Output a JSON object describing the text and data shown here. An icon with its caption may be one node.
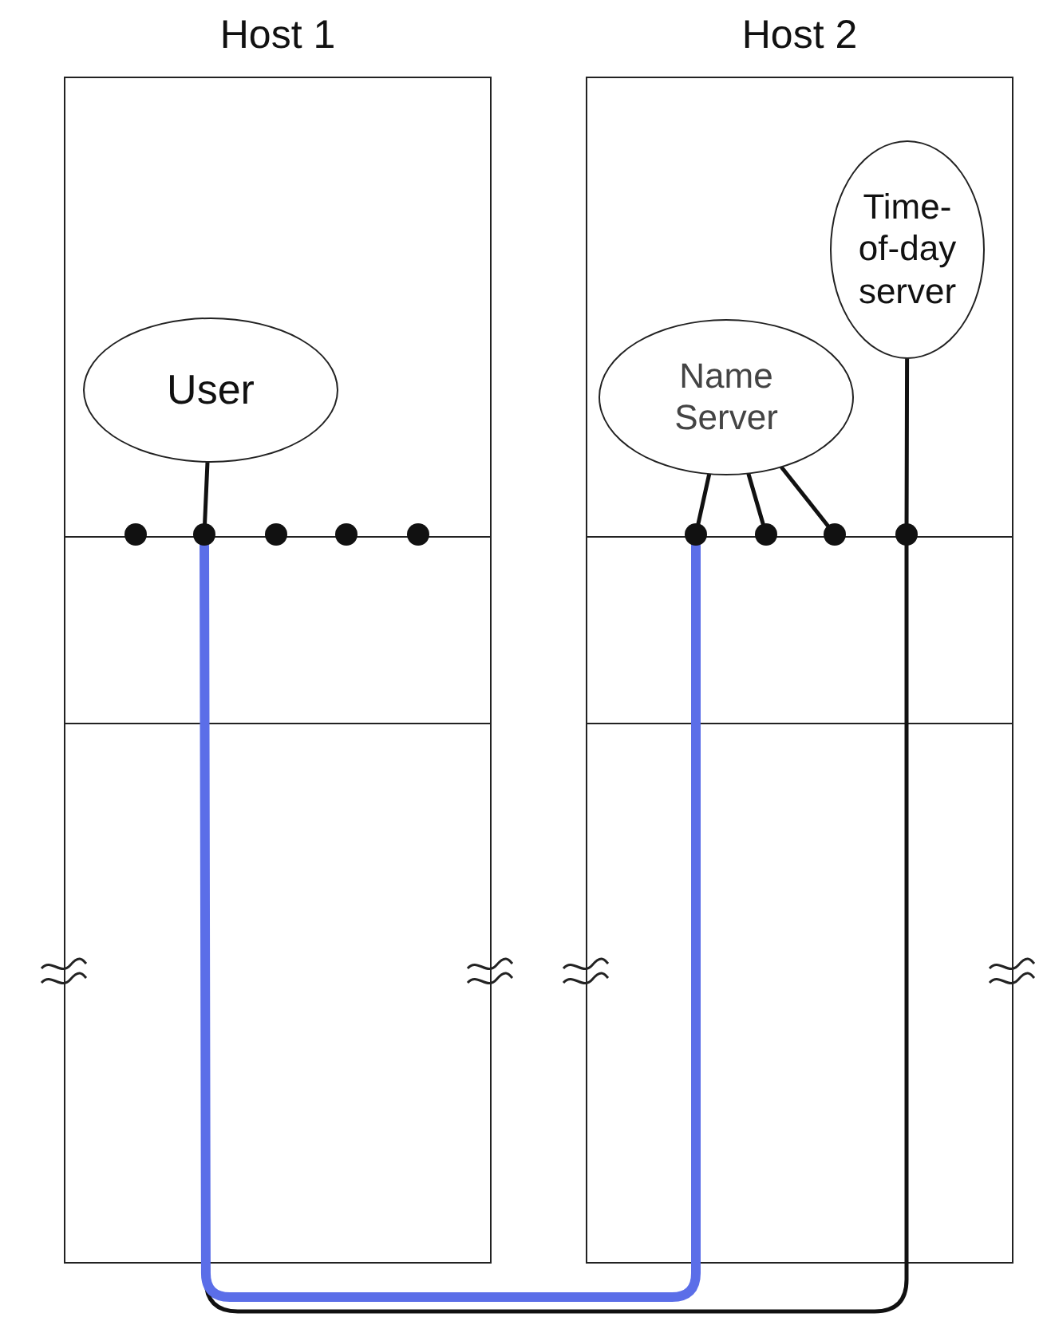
{
  "diagram": {
    "nodes": [
      {
        "text": [
          "Host 1"
        ]
      },
      {
        "text": [
          "User"
        ],
        "in": 0
      },
      {
        "text": [],
        "shape": "circle",
        "in": 0
      },
      {
        "text": [],
        "shape": "circle",
        "in": 0
      },
      {
        "text": [],
        "shape": "circle",
        "in": 0
      },
      {
        "text": [],
        "shape": "circle",
        "in": 0
      },
      {
        "text": [],
        "shape": "circle",
        "in": 0
      },
      {
        "text": [
          "Host 2"
        ]
      },
      {
        "text": [
          "Name Server"
        ],
        "in": 7
      },
      {
        "text": [
          "Time-of-day server"
        ],
        "in": 7
      },
      {
        "text": [],
        "shape": "circle",
        "in": 7
      },
      {
        "text": [],
        "shape": "circle",
        "in": 7
      },
      {
        "text": [],
        "shape": "circle",
        "in": 7
      },
      {
        "text": [],
        "shape": "circle",
        "in": 7
      }
    ],
    "edges": [
      {
        "from": 1,
        "to": 3,
        "arrow": "none"
      },
      {
        "from": 8,
        "to": 10,
        "arrow": "none"
      },
      {
        "from": 8,
        "to": 11,
        "arrow": "none"
      },
      {
        "from": 8,
        "to": 12,
        "arrow": "none"
      },
      {
        "from": 9,
        "to": 13,
        "arrow": "none"
      },
      {
        "from": 13,
        "to": 3,
        "arrow": "none"
      },
      {
        "from": 3,
        "to": 10,
        "arrow": "none",
        "style": "thick",
        "color": "#5b6ee8"
      }
    ]
  }
}
